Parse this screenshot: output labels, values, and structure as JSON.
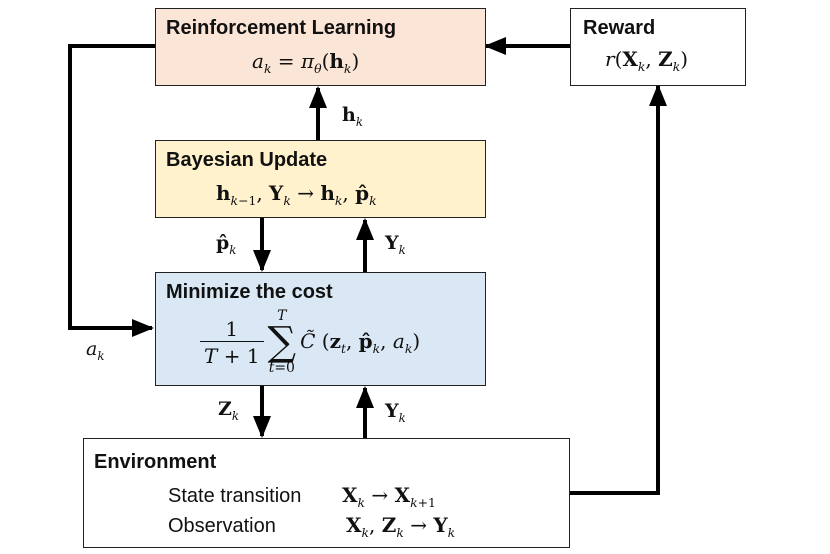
{
  "rl_box": {
    "title": "Reinforcement Learning",
    "formula": "a_k = π_θ(h_k)",
    "fill": "#fbe5d6"
  },
  "reward_box": {
    "title": "Reward",
    "formula": "r(X_k, Z_k)",
    "fill": "#ffffff"
  },
  "bayes_box": {
    "title": "Bayesian Update",
    "formula": "h_{k−1}, Y_k → h_k, p̂_k",
    "fill": "#fff2cc"
  },
  "cost_box": {
    "title": "Minimize the cost",
    "formula": "1/(T+1) Σ_{t=0}^{T} C̃(z_t, p̂_k, a_k)",
    "fill": "#dae8f5"
  },
  "env_box": {
    "title": "Environment",
    "state_transition_label": "State transition",
    "state_transition_formula": "X_k → X_{k+1}",
    "observation_label": "Observation",
    "observation_formula": "X_k, Z_k → Y_k",
    "fill": "#ffffff"
  },
  "edge_labels": {
    "h_k": "h_k",
    "p_hat_k": "p̂_k",
    "Y_k_upper": "Y_k",
    "Z_k": "Z_k",
    "Y_k_lower": "Y_k",
    "a_k": "a_k"
  },
  "colors": {
    "stroke": "#000000",
    "border": "#222222"
  }
}
